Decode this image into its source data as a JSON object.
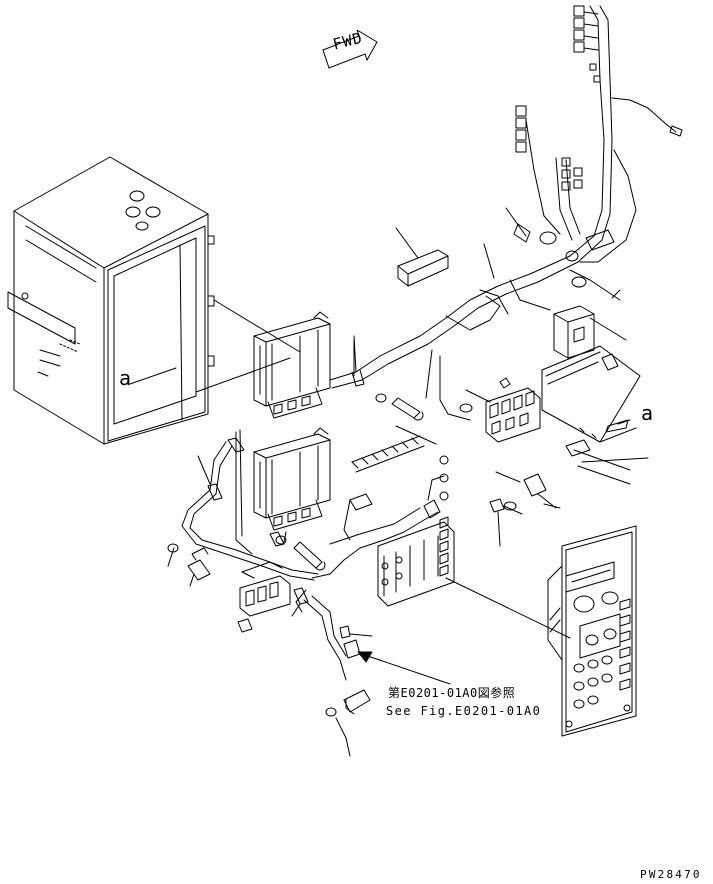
{
  "labels": {
    "fwd": "FWD",
    "reference_jp": "第E0201-01A0図参照",
    "reference_en": "See Fig.E0201-01A0",
    "view_a_top": "a",
    "view_a_cab": "a",
    "drawing_number": "PW28470"
  },
  "colors": {
    "line": "#000000",
    "background": "#ffffff"
  }
}
